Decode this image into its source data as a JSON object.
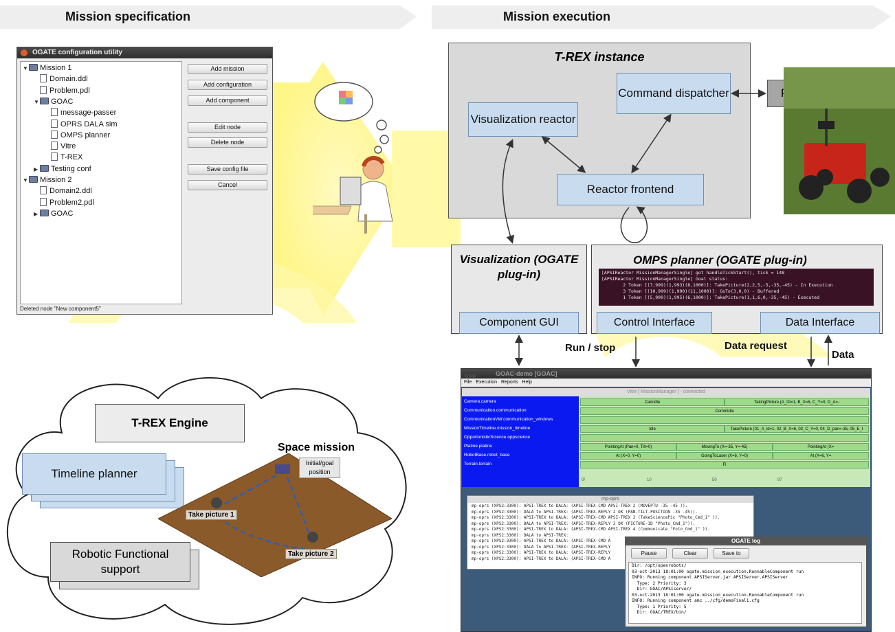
{
  "headers": {
    "spec": "Mission specification",
    "exec": "Mission execution"
  },
  "config_window": {
    "title": "OGATE configuration utility",
    "status": "Deleted node \"New component5\"",
    "tree": [
      {
        "label": "Mission 1",
        "level": 0,
        "type": "folder",
        "open": true
      },
      {
        "label": "Domain.ddl",
        "level": 1,
        "type": "file"
      },
      {
        "label": "Problem.pdl",
        "level": 1,
        "type": "file"
      },
      {
        "label": "GOAC",
        "level": 1,
        "type": "folder",
        "open": true
      },
      {
        "label": "message-passer",
        "level": 2,
        "type": "file"
      },
      {
        "label": "OPRS DALA sim",
        "level": 2,
        "type": "file"
      },
      {
        "label": "OMPS planner",
        "level": 2,
        "type": "file"
      },
      {
        "label": "Vitre",
        "level": 2,
        "type": "file"
      },
      {
        "label": "T-REX",
        "level": 2,
        "type": "file"
      },
      {
        "label": "Testing conf",
        "level": 1,
        "type": "folder",
        "open": false
      },
      {
        "label": "Mission 2",
        "level": 0,
        "type": "folder",
        "open": true
      },
      {
        "label": "Domain2.ddl",
        "level": 1,
        "type": "file"
      },
      {
        "label": "Problem2.pdl",
        "level": 1,
        "type": "file"
      },
      {
        "label": "GOAC",
        "level": 1,
        "type": "folder",
        "open": false
      }
    ],
    "buttons": [
      "Add mission",
      "Add configuration",
      "Add component",
      "Edit node",
      "Delete node",
      "Save config file",
      "Cancel"
    ]
  },
  "trex": {
    "title": "T-REX instance",
    "command_dispatcher": "Command dispatcher",
    "visualization_reactor": "Visualization reactor",
    "reactor_frontend": "Reactor frontend",
    "platform": "Platform"
  },
  "plugins": {
    "viz_title": "Visualization (OGATE plug-in)",
    "omps_title": "OMPS planner (OGATE plug-in)",
    "component_gui": "Component GUI",
    "control_interface": "Control Interface",
    "data_interface": "Data Interface",
    "terminal": [
      "[APSIReactor MissionManagerSingle] got handleTickStart(), tick = 148",
      "[APSIReactor MissionManagerSingle] Goal status:",
      "        2 Token [(7,999)(1,993)(8,1000)]: TakePicture(2,2,5,-5,-35,-45) - In Execution",
      "        3 Token [(10,999)(1,990)(11,1000)]: GoTo(3,0,0) - Buffered",
      "        1 Token [(5,999)(1,995)(6,1000)]: TakePicture(1,1,6,0,-35,-45) - Executed"
    ]
  },
  "arrow_labels": {
    "run_stop": "Run / stop",
    "data_request": "Data request",
    "data": "Data"
  },
  "cloud": {
    "engine": "T-REX Engine",
    "timeline": "Timeline planner",
    "robotic": "Robotic Functional support",
    "space_mission": "Space mission",
    "initial_goal": "Initial/goal position",
    "take1": "Take picture 1",
    "take2": "Take picture 2"
  },
  "goac_window": {
    "title": "GOAC-demo [GOAC]",
    "menu": [
      "File",
      "Execution",
      "Reports",
      "Help"
    ],
    "vitre_title": "Vitre [ MissionManager ] - connected",
    "timelines": [
      "Camera.camera",
      "Communication.communication",
      "CommunicationVW.communication_windows",
      "MissionTimeline.mission_timeline",
      "OpportunisticScience.oppscience",
      "Platine.platine",
      "RobotBase.robot_base",
      "Terrain.terrain"
    ],
    "timeline_values": [
      [
        "CamIdle",
        "TakingPicture (A_ID=1, B_X=6, C_Y=0, D_A=-"
      ],
      [
        "CommIdle"
      ],
      [
        ""
      ],
      [
        "Idle",
        "TakePicture (01_A_id=1, 02_B_X=6, 03_C_Y=0, 04_D_pan=-35, 05_E_t"
      ],
      [
        ""
      ],
      [
        "PointingAt (Pan=0, Tilt=0)",
        "MovingTo (X=-35, Y=-45)",
        "PointingAt (X="
      ],
      [
        "At (X=0, Y=0)",
        "GoingToLaser (X=6, Y=0)",
        "At (X=6, Y="
      ],
      [
        "Fl"
      ]
    ],
    "ticks": [
      "0/",
      "10",
      "50",
      "97"
    ]
  },
  "mp_oprs": {
    "title": "mp-oprs",
    "lines": [
      "mp-oprs (XPS2:3300): APSI-TREX to DALA: (APSI-TREX-CMD APSI-TREX 2 (MOVEPTU -35 -45 )).",
      "mp-oprs (XPS2:3300): DALA to APSI-TREX: (APSI-TREX-REPLY 2 OK (PAN-TILT-POSITION -35 -45)).",
      "mp-oprs (XPS2:3300): APSI-TREX to DALA: (APSI-TREX-CMD APSI-TREX 3 (TakeSciencePic \"Photo_Cmd_1\" )).",
      "mp-oprs (XPS2:3300): DALA to APSI-TREX: (APSI-TREX-REPLY 3 OK (PICTURE-ID \"Photo_Cmd_1\")).",
      "mp-oprs (XPS2:3300): APSI-TREX to DALA: (APSI-TREX-CMD APSI-TREX 4 (Communicate \"Foto_Cmd_1\" )).",
      "mp-oprs (XPS2:3300): DALA to APSI-TREX:",
      "mp-oprs (XPS2:3300): APSI-TREX to DALA: (APSI-TREX-CMD A",
      "mp-oprs (XPS2:3300): DALA to APSI-TREX: (APSI-TREX-REPLY",
      "mp-oprs (XPS2:3300): APSI-TREX to DALA: (APSI-TREX-REPLY",
      "mp-oprs (XPS2:3300): APSI-TREX to DALA: (APSI-TREX-CMD A"
    ]
  },
  "ogate_log": {
    "title": "OGATE log",
    "buttons": [
      "Pause",
      "Clear",
      "Save to"
    ],
    "lines": [
      "Dir: /opt/openrobots/",
      "03-oct-2013 18:01:00 ogate.mission_execution.RunnableComponent run",
      "INFO: Running component APSIServer.jar APSIServer.APSIServer",
      "  Type: 2 Priority: 3",
      "  Dir: GOAC/APSIserver/",
      "03-oct-2013 18:01:00 ogate.mission_execution.RunnableComponent run",
      "INFO: Running component amc ../cfg/demoFinal1.cfg",
      "  Type: 1 Priority: 5",
      "  Dir: GOAC/TREX/bin/"
    ]
  }
}
